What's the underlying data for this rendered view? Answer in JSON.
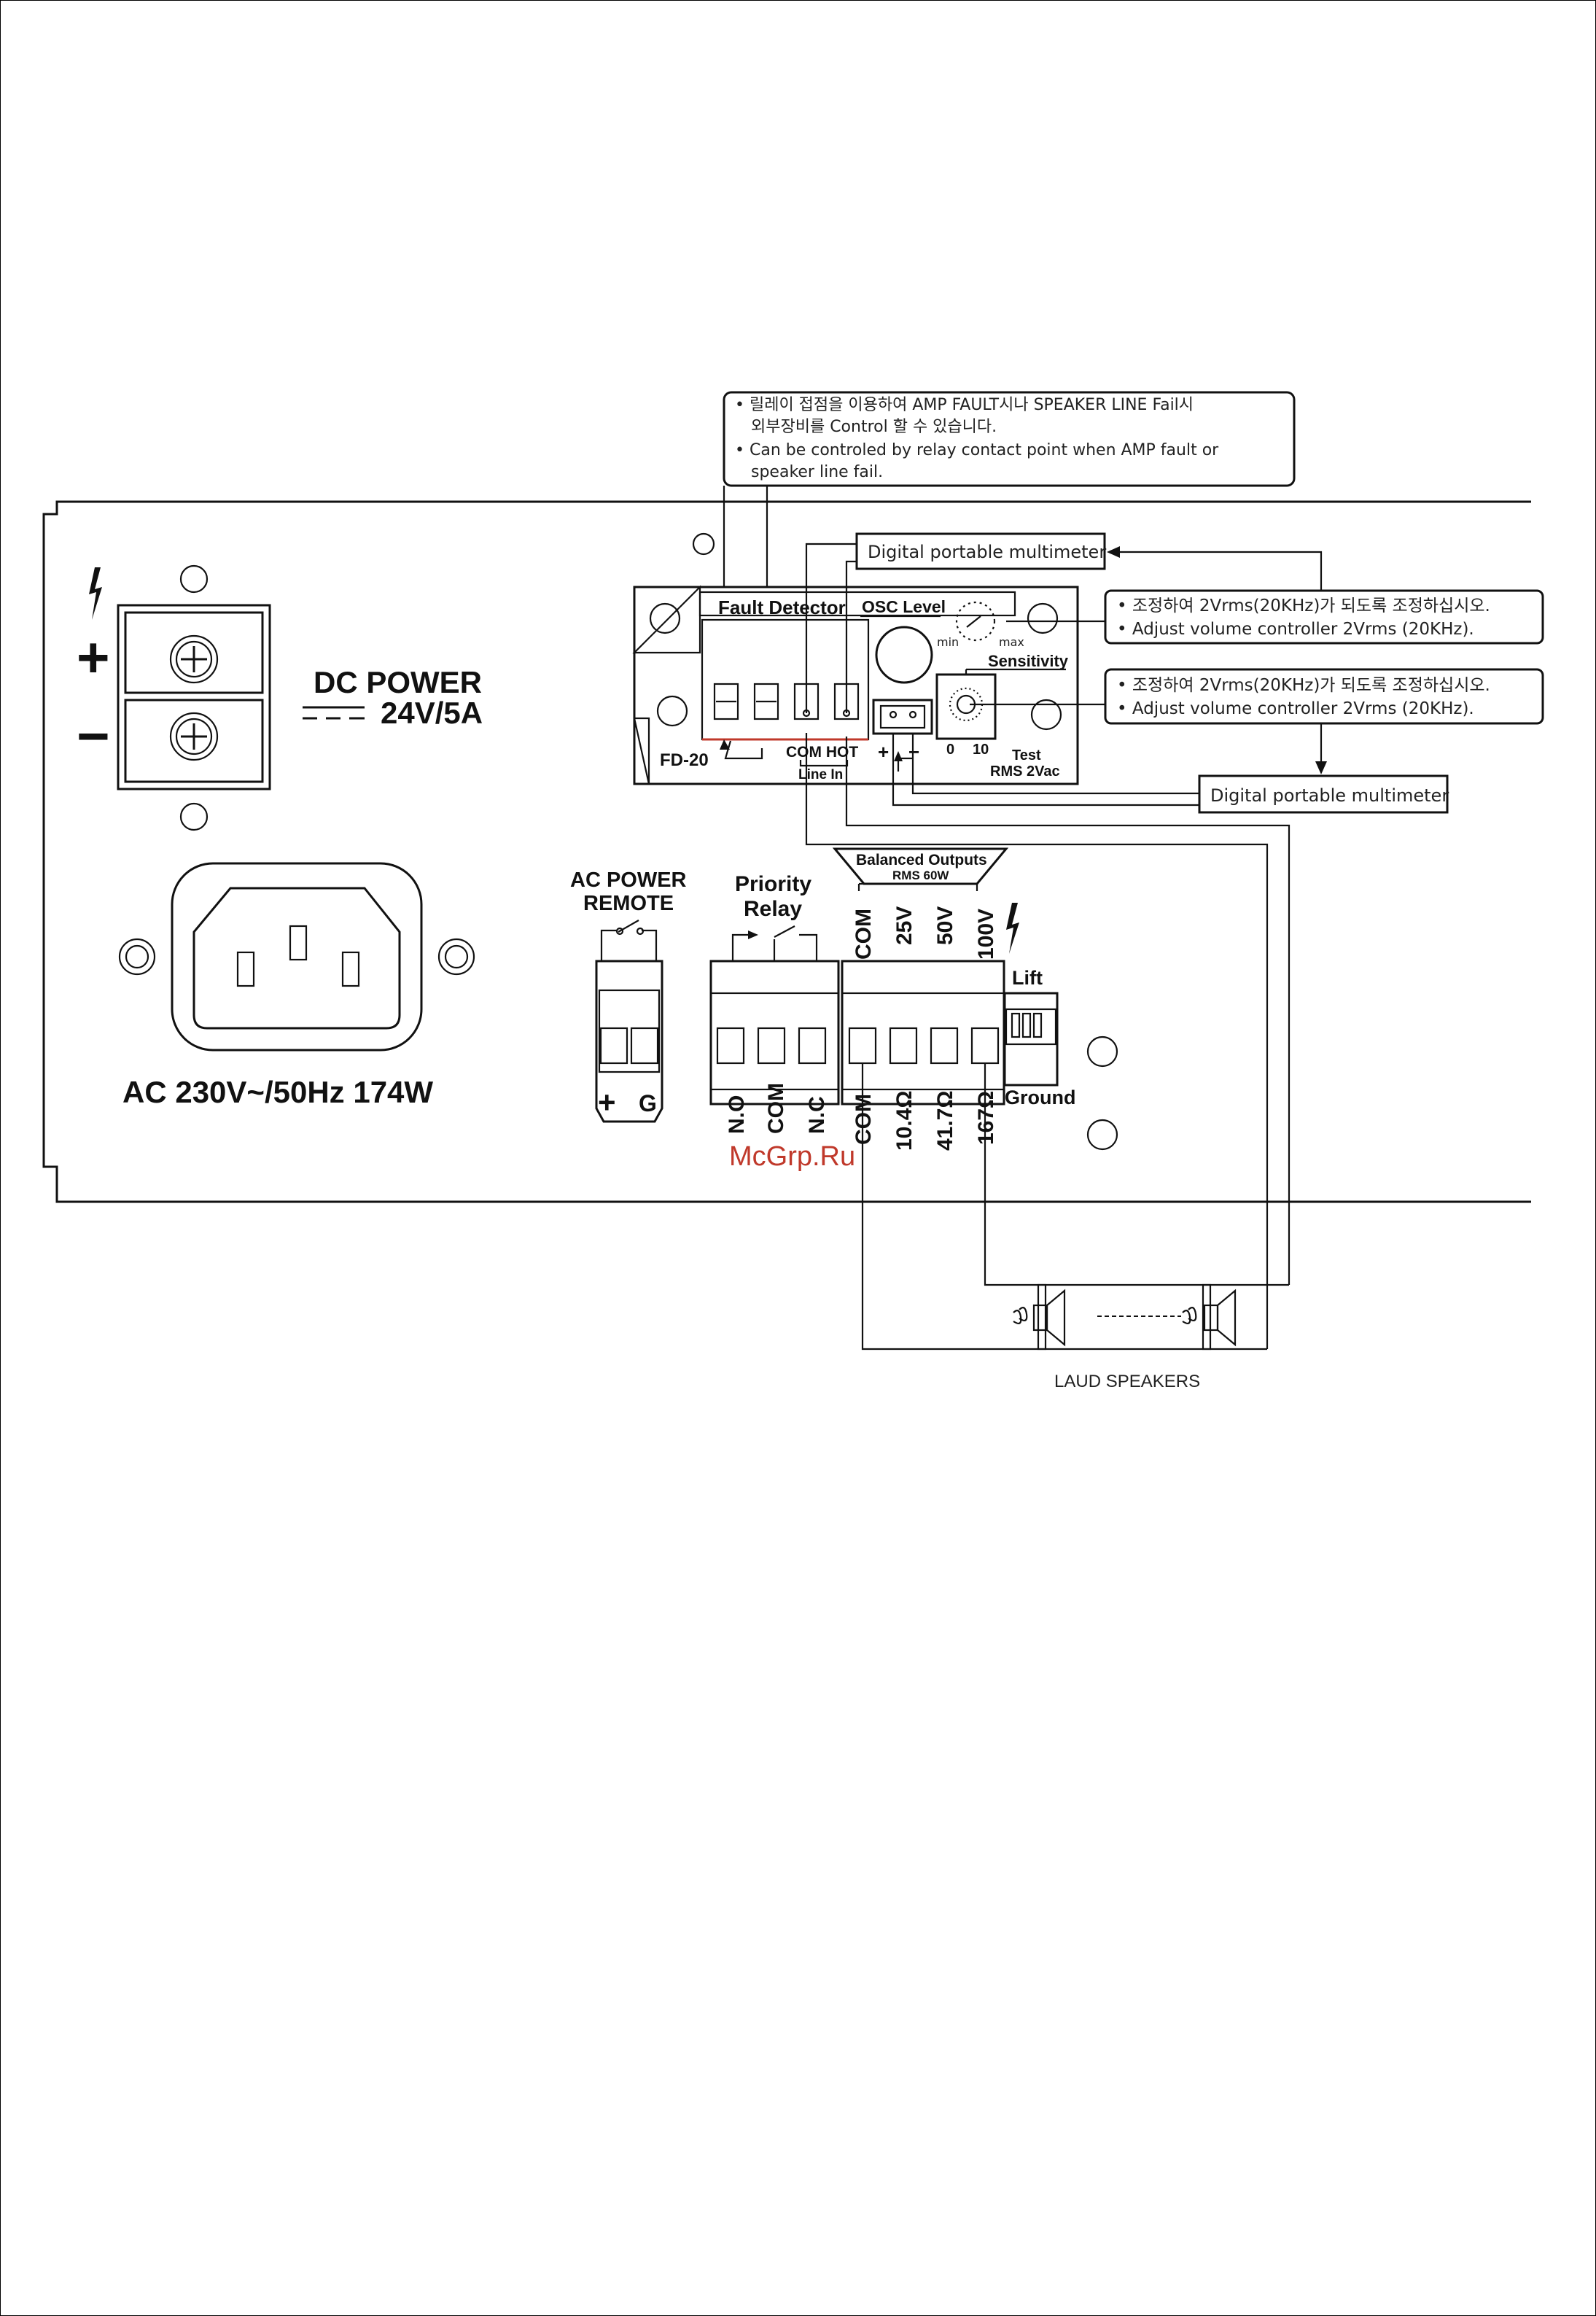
{
  "top_note": {
    "ko_line1": "• 릴레이 접점을 이용하여 AMP FAULT시나 SPEAKER LINE Fail시",
    "ko_line2": "외부장비를 Control 할 수 있습니다.",
    "en_line1": "• Can be controled by relay contact point when AMP fault or",
    "en_line2": "speaker line fail."
  },
  "multimeter_label": "Digital portable multimeter",
  "adjust_note": {
    "ko": "• 조정하여 2Vrms(20KHz)가 되도록 조정하십시오.",
    "en": "• Adjust volume controller 2Vrms (20KHz)."
  },
  "dc": {
    "plus": "+",
    "minus": "−",
    "title": "DC   POWER",
    "rating": "24V/5A"
  },
  "ac": {
    "rating": "AC 230V~/50Hz 174W"
  },
  "fault_detector": {
    "title": "Fault Detector",
    "osc_level": "OSC Level",
    "min": "min",
    "max": "max",
    "sensitivity": "Sensitivity",
    "model": "FD-20",
    "com_hot": "COM HOT",
    "line_in": "Line In",
    "plus": "+",
    "minus": "−",
    "zero": "0",
    "ten": "10",
    "test": "Test",
    "rms": "RMS 2Vac"
  },
  "ac_remote": {
    "line1": "AC POWER",
    "line2": "REMOTE",
    "plus": "+",
    "g": "G"
  },
  "priority": {
    "line1": "Priority",
    "line2": "Relay"
  },
  "relay_terminals": [
    "N.O",
    "COM",
    "N.C"
  ],
  "balanced": {
    "title": "Balanced Outputs",
    "rms": "RMS 60W"
  },
  "output_top": [
    "COM",
    "25V",
    "50V",
    "100V"
  ],
  "output_bottom": [
    "COM",
    "10.4Ω",
    "41.7Ω",
    "167Ω"
  ],
  "lift": "Lift",
  "ground": "Ground",
  "watermark": "McGrp.Ru",
  "speakers": "LAUD SPEAKERS"
}
